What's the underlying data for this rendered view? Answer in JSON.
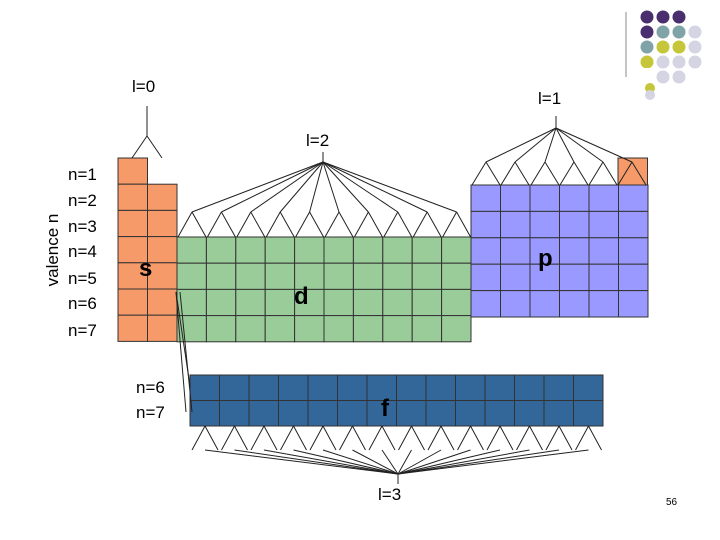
{
  "axis_label": "valence n",
  "row_labels": [
    "n=1",
    "n=2",
    "n=3",
    "n=4",
    "n=5",
    "n=6",
    "n=7"
  ],
  "f_row_labels": [
    "n=6",
    "n=7"
  ],
  "l_labels": {
    "s": "l=0",
    "p": "l=1",
    "d": "l=2",
    "f": "l=3"
  },
  "block_letters": {
    "s": "s",
    "d": "d",
    "p": "p",
    "f": "f"
  },
  "page_number": "56",
  "colors": {
    "s_block": "#f79a6a",
    "d_block": "#99cc99",
    "p_block": "#9999ff",
    "f_block": "#336699",
    "grid_line": "#333333",
    "deco_purple": "#4a2f6e",
    "deco_teal": "#7fa3a6",
    "deco_olive": "#c6c63a",
    "deco_gray": "#d4d4e2"
  }
}
